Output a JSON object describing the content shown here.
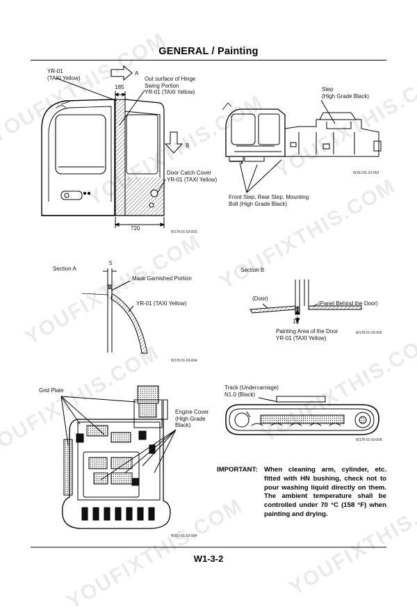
{
  "header": {
    "title": "GENERAL / Painting"
  },
  "fig1": {
    "label_yr01": "YR-01\n(TAXI Yellow)",
    "label_a": "A",
    "label_hinge": "Out surface of Hinge\nSwing Portion\nYR-01 (TAXI Yellow)",
    "dim_185": "185",
    "label_b": "B",
    "label_door_catch": "Door Catch Cover\nYR-01 (TAXI Yellow)",
    "dim_720": "720",
    "code": "W178-01-03-003"
  },
  "fig2": {
    "label_step": "Step\n(High Grade Black)",
    "code": "W16J-01-03-003",
    "label_front_step": "Front Step, Rear Step, Mounting\nBolt (High Grade Black)"
  },
  "fig3": {
    "section": "Section A",
    "dim_5": "5",
    "label_mask": "Mask Garnished Portion",
    "label_yr01": "YR-01 (TAXI Yellow)",
    "code": "W178-01-03-004"
  },
  "fig4": {
    "section": "Section B",
    "label_door": "(Door)",
    "label_panel": "(Panel Behind the Door)",
    "dim_10": "10",
    "label_painting": "Painting Area of the Door\nYR-01 (TAXI Yellow)",
    "code": "W178-01-03-005"
  },
  "fig5": {
    "label_grid": "Grid Plate",
    "label_engine": "Engine Cover\n(High Grade\nBlack)",
    "code": "W16J-01-03-004"
  },
  "fig6": {
    "label_track": "Track (Undercarriage)\nN1.0 (Black)",
    "code": "W178-01-03-008"
  },
  "important": {
    "label": "IMPORTANT:",
    "text": "When cleaning arm, cylinder, etc. fitted with HN bushing, check not to pour washing liquid directly on them. The ambient temperature shall be controlled under 70 °C (158 °F) when painting and drying."
  },
  "footer": {
    "page": "W1-3-2"
  },
  "watermark": {
    "text": "YOUFIXTHIS.COM"
  }
}
